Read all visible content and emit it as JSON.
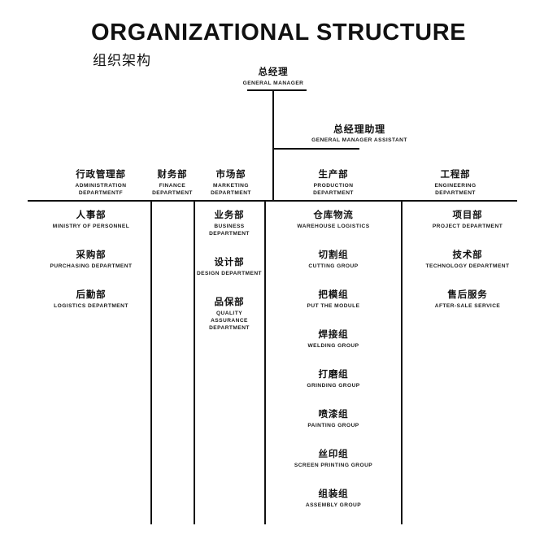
{
  "header": {
    "title_en": "ORGANIZATIONAL STRUCTURE",
    "title_cn": "组织架构"
  },
  "colors": {
    "line": "#111111",
    "text": "#1a1a1a",
    "background": "#ffffff"
  },
  "chart_data": {
    "type": "diagram",
    "diagram_kind": "organizational-chart",
    "title": "ORGANIZATIONAL STRUCTURE",
    "subtitle": "组织架构",
    "levels": 3,
    "root": {
      "cn": "总经理",
      "en": "GENERAL MANAGER"
    },
    "assistant": {
      "cn": "总经理助理",
      "en": "GENERAL MANAGER ASSISTANT"
    },
    "departments": [
      {
        "cn": "行政管理部",
        "en": "ADMINISTRATION DEPARTMENTF",
        "children": [
          {
            "cn": "人事部",
            "en": "MINISTRY OF PERSONNEL"
          },
          {
            "cn": "采购部",
            "en": "PURCHASING DEPARTMENT"
          },
          {
            "cn": "后勤部",
            "en": "LOGISTICS DEPARTMENT"
          }
        ]
      },
      {
        "cn": "财务部",
        "en": "FINANCE DEPARTMENT",
        "children": []
      },
      {
        "cn": "市场部",
        "en": "MARKETING DEPARTMENT",
        "children": [
          {
            "cn": "业务部",
            "en": "BUSINESS DEPARTMENT"
          },
          {
            "cn": "设计部",
            "en": "DESIGN DEPARTMENT"
          },
          {
            "cn": "品保部",
            "en": "QUALITY ASSURANCE DEPARTMENT"
          }
        ]
      },
      {
        "cn": "生产部",
        "en": "PRODUCTION DEPARTMENT",
        "children": [
          {
            "cn": "仓库物流",
            "en": "WAREHOUSE LOGISTICS"
          },
          {
            "cn": "切割组",
            "en": "CUTTING GROUP"
          },
          {
            "cn": "把模组",
            "en": "PUT THE MODULE"
          },
          {
            "cn": "焊接组",
            "en": "WELDING GROUP"
          },
          {
            "cn": "打磨组",
            "en": "GRINDING GROUP"
          },
          {
            "cn": "喷漆组",
            "en": "PAINTING GROUP"
          },
          {
            "cn": "丝印组",
            "en": "SCREEN PRINTING GROUP"
          },
          {
            "cn": "组装组",
            "en": "ASSEMBLY GROUP"
          }
        ]
      },
      {
        "cn": "工程部",
        "en": "ENGINEERING DEPARTMENT",
        "children": [
          {
            "cn": "项目部",
            "en": "PROJECT DEPARTMENT"
          },
          {
            "cn": "技术部",
            "en": "TECHNOLOGY DEPARTMENT"
          },
          {
            "cn": "售后服务",
            "en": "AFTER-SALE SERVICE"
          }
        ]
      }
    ]
  }
}
